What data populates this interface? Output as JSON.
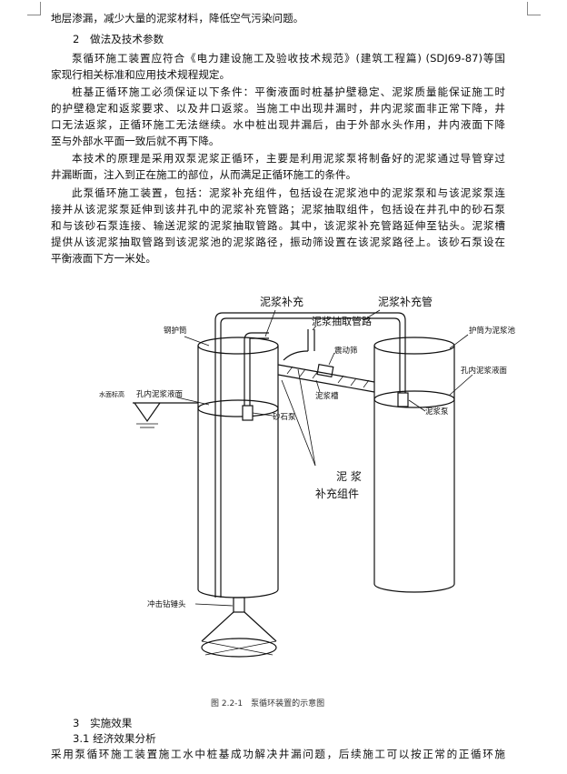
{
  "intro_tail": "地层渗漏，减少大量的泥浆材料，降低空气污染问题。",
  "section2": {
    "heading": "2　做法及技术参数"
  },
  "para1": [
    "泵循环施工装置应符合《电力建设施工及验收技术规范》(建筑工程篇) (SDJ69-87)等国",
    "家现行相关标准和应用技术规程规定。"
  ],
  "para2": [
    "桩基正循环施工必须保证以下条件：平衡液面时桩基护壁稳定、泥浆质量能保证施工时",
    "的护壁稳定和返浆要求、以及井口返浆。当施工中出现井漏时，井内泥浆面非正常下降，井",
    "口无法返浆，正循环施工无法继续。水中桩出现井漏后，由于外部水头作用，井内液面下降",
    "至与外部水平面一致后就不再下降。"
  ],
  "para3": [
    "本技术的原理是采用双泵泥浆正循环，主要是利用泥浆泵将制备好的泥浆通过导管穿过",
    "井漏断面，注入到正在施工的部位，从而满足正循环施工的条件。"
  ],
  "para4": [
    "此泵循环施工装置，包括：泥浆补充组件，包括设在泥浆池中的泥浆泵和与该泥浆泵连",
    "接并从该泥浆泵延伸到该井孔中的泥浆补充管路；泥浆抽取组件，包括设在井孔中的砂石泵",
    "和与该砂石泵连接、输送泥浆的泥浆抽取管路。其中，该泥浆补充管路延伸至钻头。泥浆槽",
    "提供从该泥浆抽取管路到该泥浆池的泥浆路径，振动筛设置在该泥浆路径上。该砂石泵设在",
    "平衡液面下方一米处。"
  ],
  "diagram": {
    "label_slurry_supply": "泥浆补充",
    "label_supply_pipe": "泥浆补充管",
    "label_extract_pipe": "泥浆抽取管路",
    "label_steel_casing": "钢护筒",
    "label_casing_pool": "护筒为泥浆池",
    "label_vibrating_screen": "震动筛",
    "label_hole_slurry_level_left": "孔内泥浆液面",
    "label_hole_slurry_level_right": "孔内泥浆液面",
    "label_water_level": "水面标高",
    "label_sand_pump": "砂石泵",
    "label_slurry_trough": "泥浆槽",
    "label_slurry_pump": "泥浆泵",
    "label_component_line1": "泥 浆",
    "label_component_line2": "补充组件",
    "label_drill_head": "冲击钻锤头"
  },
  "caption": "图 2.2-1　泵循环装置的示意图",
  "section3": {
    "heading": "3　实施效果"
  },
  "section31": {
    "heading": "3.1  经济效果分析"
  },
  "para5": [
    "采用泵循环施工装置施工水中桩基成功解决井漏问题，后续施工可以按正常的正循环施"
  ]
}
